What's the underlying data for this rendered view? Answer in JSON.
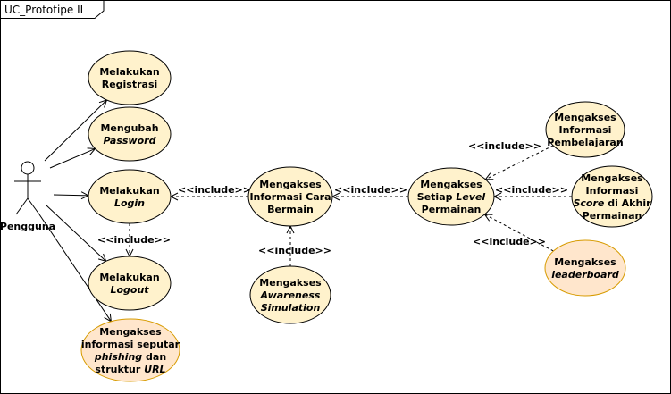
{
  "frame": {
    "title": "UC_Prototipe II"
  },
  "colors": {
    "usecase_fill": "#fff2cc",
    "usecase_stroke": "#000000",
    "highlight_fill": "#ffe6cc",
    "highlight_stroke": "#d79b00",
    "line": "#000000"
  },
  "actor": {
    "name": "Pengguna",
    "icon": "stick-figure-icon"
  },
  "use_cases": [
    {
      "id": "registrasi",
      "lines": [
        [
          {
            "t": "Melakukan"
          }
        ],
        [
          {
            "t": "Registrasi"
          }
        ]
      ],
      "highlight": false
    },
    {
      "id": "password",
      "lines": [
        [
          {
            "t": "Mengubah"
          }
        ],
        [
          {
            "t": "Password",
            "i": true
          }
        ]
      ],
      "highlight": false
    },
    {
      "id": "login",
      "lines": [
        [
          {
            "t": "Melakukan"
          }
        ],
        [
          {
            "t": "Login",
            "i": true
          }
        ]
      ],
      "highlight": false
    },
    {
      "id": "logout",
      "lines": [
        [
          {
            "t": "Melakukan"
          }
        ],
        [
          {
            "t": "Logout",
            "i": true
          }
        ]
      ],
      "highlight": false
    },
    {
      "id": "phishing",
      "lines": [
        [
          {
            "t": "Mengakses"
          }
        ],
        [
          {
            "t": "informasi seputar"
          }
        ],
        [
          {
            "t": "phishing",
            "i": true
          },
          {
            "t": " dan"
          }
        ],
        [
          {
            "t": "struktur "
          },
          {
            "t": "URL",
            "i": true
          }
        ]
      ],
      "highlight": true
    },
    {
      "id": "cara_bermain",
      "lines": [
        [
          {
            "t": "Mengakses"
          }
        ],
        [
          {
            "t": "Informasi Cara"
          }
        ],
        [
          {
            "t": "Bermain"
          }
        ]
      ],
      "highlight": false
    },
    {
      "id": "awareness",
      "lines": [
        [
          {
            "t": "Mengakses"
          }
        ],
        [
          {
            "t": "Awareness",
            "i": true
          }
        ],
        [
          {
            "t": "Simulation",
            "i": true
          }
        ]
      ],
      "highlight": false
    },
    {
      "id": "level",
      "lines": [
        [
          {
            "t": "Mengakses"
          }
        ],
        [
          {
            "t": "Setiap "
          },
          {
            "t": "Level",
            "i": true
          }
        ],
        [
          {
            "t": "Permainan"
          }
        ]
      ],
      "highlight": false
    },
    {
      "id": "pembelajaran",
      "lines": [
        [
          {
            "t": "Mengakses"
          }
        ],
        [
          {
            "t": "Informasi"
          }
        ],
        [
          {
            "t": "Pembelajaran"
          }
        ]
      ],
      "highlight": false
    },
    {
      "id": "score",
      "lines": [
        [
          {
            "t": "Mengakses"
          }
        ],
        [
          {
            "t": "Informasi"
          }
        ],
        [
          {
            "t": "Score",
            "i": true
          },
          {
            "t": " di Akhir"
          }
        ],
        [
          {
            "t": "Permainan"
          }
        ]
      ],
      "highlight": false
    },
    {
      "id": "leaderboard",
      "lines": [
        [
          {
            "t": "Mengakses"
          }
        ],
        [
          {
            "t": "leaderboard",
            "i": true
          }
        ]
      ],
      "highlight": true
    }
  ],
  "associations": [
    {
      "from": "actor",
      "to": "registrasi"
    },
    {
      "from": "actor",
      "to": "password"
    },
    {
      "from": "actor",
      "to": "login"
    },
    {
      "from": "actor",
      "to": "logout"
    },
    {
      "from": "actor",
      "to": "phishing"
    }
  ],
  "includes": [
    {
      "base": "login",
      "target": "logout",
      "label": "<<include>>"
    },
    {
      "base": "cara_bermain",
      "target": "login",
      "label": "<<include>>"
    },
    {
      "base": "awareness",
      "target": "cara_bermain",
      "label": "<<include>>"
    },
    {
      "base": "level",
      "target": "cara_bermain",
      "label": "<<include>>"
    },
    {
      "base": "pembelajaran",
      "target": "level",
      "label": "<<include>>"
    },
    {
      "base": "score",
      "target": "level",
      "label": "<<include>>"
    },
    {
      "base": "leaderboard",
      "target": "level",
      "label": "<<include>>"
    }
  ]
}
